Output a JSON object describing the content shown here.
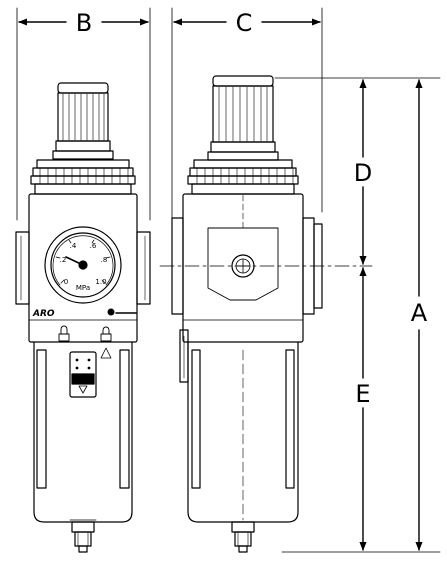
{
  "dimensions": {
    "a": "A",
    "b": "B",
    "c": "C",
    "d": "D",
    "e": "E"
  },
  "gauge": {
    "scale": [
      "0",
      ".2",
      ".4",
      ".6",
      ".8",
      "1.0"
    ],
    "unit": "MPa"
  },
  "branding": {
    "aro": "ARO"
  },
  "colors": {
    "line": "#000000",
    "background": "#ffffff"
  }
}
